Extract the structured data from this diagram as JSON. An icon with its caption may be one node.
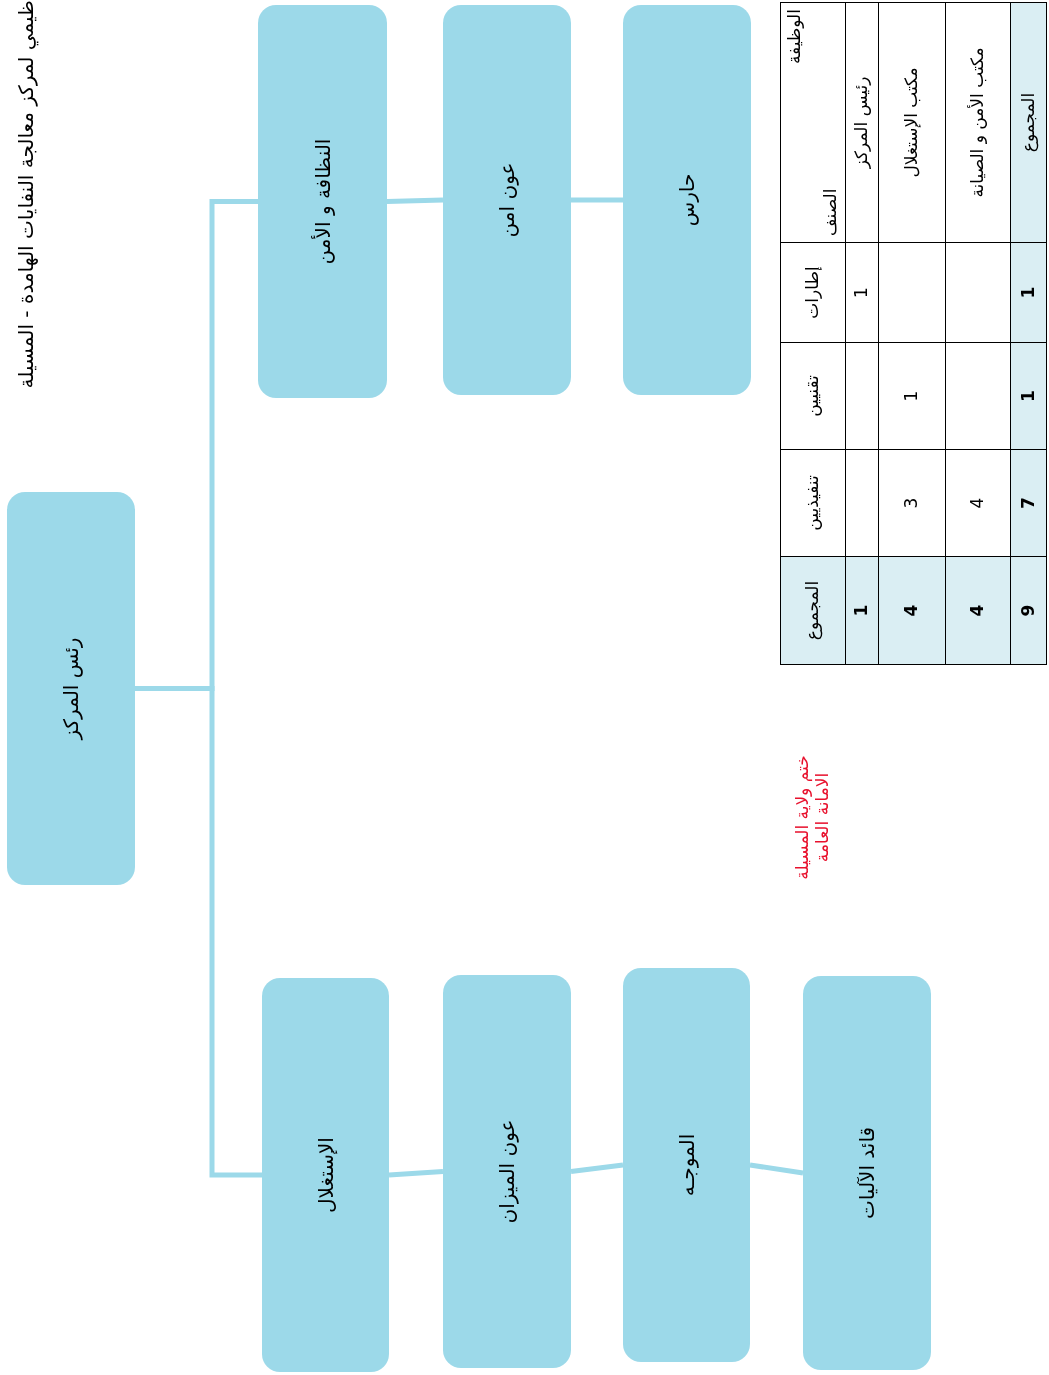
{
  "diagram": {
    "title": "ظيمي لمركز معالجة النفايات الهامدة - المسيلة",
    "nodes": [
      {
        "text": [
          "رئس المركز"
        ]
      },
      {
        "text": [
          "النظافة و الأمن"
        ]
      },
      {
        "text": [
          "عون امن"
        ]
      },
      {
        "text": [
          "حارس"
        ]
      },
      {
        "text": [
          "الإستغلال"
        ]
      },
      {
        "text": [
          "عون الميزان"
        ]
      },
      {
        "text": [
          "الموجـه"
        ]
      },
      {
        "text": [
          "قائد الآليات"
        ]
      }
    ],
    "edges": [
      {
        "from": 0,
        "to": 1,
        "arrow": "none"
      },
      {
        "from": 1,
        "to": 2,
        "arrow": "none"
      },
      {
        "from": 2,
        "to": 3,
        "arrow": "none"
      },
      {
        "from": 0,
        "to": 4,
        "arrow": "none"
      },
      {
        "from": 4,
        "to": 5,
        "arrow": "none"
      },
      {
        "from": 5,
        "to": 6,
        "arrow": "none"
      },
      {
        "from": 6,
        "to": 7,
        "arrow": "none"
      }
    ],
    "labels": [
      "ختم ولاية المسيلة الامانة العامة",
      "الوظيفة",
      "الصنف",
      "إطارات",
      "تقنيين",
      "تنفيذيين",
      "المجموع",
      "رئيس المركز",
      "1",
      "1",
      "مكتب الإستغلال",
      "1",
      "3",
      "4",
      "مكتب الأمن و الصيانة",
      "4",
      "4",
      "المجموع",
      "1",
      "1",
      "7",
      "9"
    ]
  }
}
